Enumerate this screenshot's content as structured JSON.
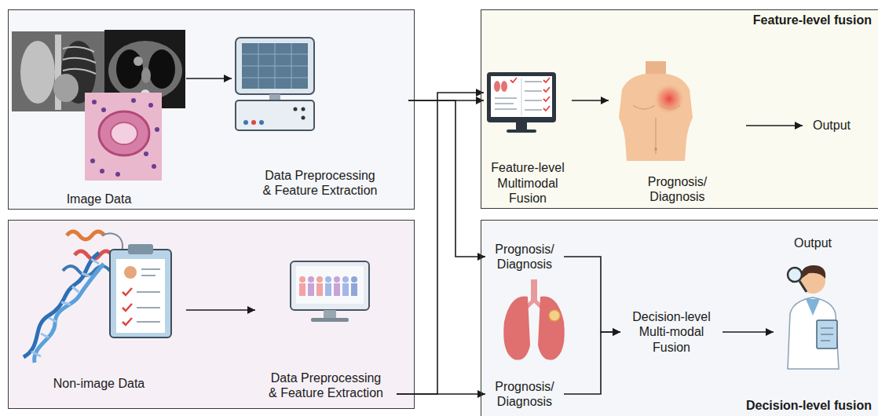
{
  "diagram": {
    "nodes": [
      {
        "text": [
          "Image Data"
        ]
      },
      {
        "text": [
          "Data Preprocessing & Feature Extraction"
        ]
      },
      {
        "text": [
          "Non-image Data"
        ]
      },
      {
        "text": [
          "Data Preprocessing & Feature Extraction"
        ]
      },
      {
        "text": [
          "Feature-level fusion"
        ]
      },
      {
        "text": [
          "Feature-level Multimodal Fusion"
        ],
        "in": 4
      },
      {
        "text": [
          "Prognosis/ Diagnosis"
        ],
        "in": 4
      },
      {
        "text": [
          "Output"
        ],
        "in": 4
      },
      {
        "text": [
          "Decision-level fusion"
        ]
      },
      {
        "text": [
          "Prognosis/ Diagnosis"
        ],
        "in": 8
      },
      {
        "text": [
          "Prognosis/ Diagnosis"
        ],
        "in": 8
      },
      {
        "text": [
          "Decision-level Multi-modal Fusion"
        ],
        "in": 8
      },
      {
        "text": [
          "Output"
        ],
        "in": 8
      }
    ],
    "edges": [
      {
        "from": 0,
        "to": 1,
        "arrow": "to"
      },
      {
        "from": 2,
        "to": 3,
        "arrow": "to"
      },
      {
        "from": 1,
        "to": 5,
        "arrow": "to"
      },
      {
        "from": 3,
        "to": 5,
        "arrow": "to"
      },
      {
        "from": 1,
        "to": 9,
        "arrow": "to"
      },
      {
        "from": 3,
        "to": 10,
        "arrow": "to"
      },
      {
        "from": 5,
        "to": 6,
        "arrow": "to"
      },
      {
        "from": 6,
        "to": 7,
        "arrow": "to"
      },
      {
        "from": 9,
        "to": 11,
        "arrow": "to"
      },
      {
        "from": 10,
        "to": 11,
        "arrow": "to"
      },
      {
        "from": 11,
        "to": 12,
        "arrow": "to"
      }
    ]
  }
}
